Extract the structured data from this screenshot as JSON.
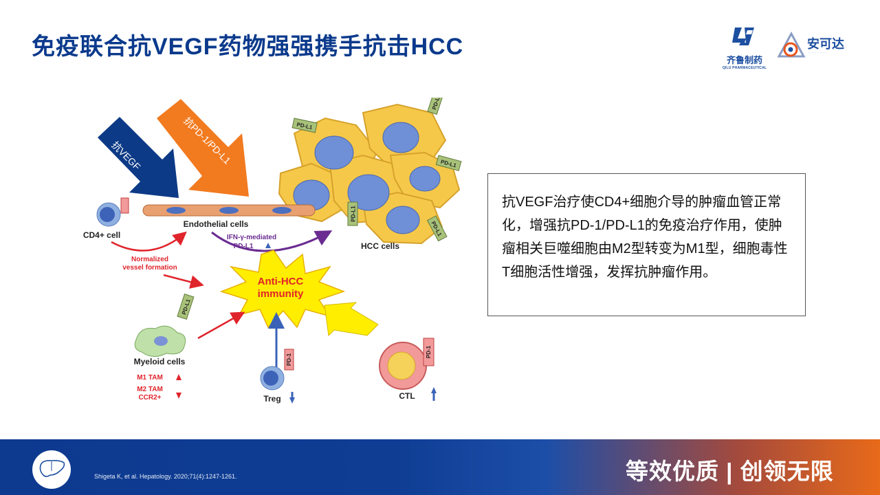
{
  "slide": {
    "title": "免疫联合抗VEGF药物强强携手抗击HCC",
    "logo_qilu_cn": "齐鲁制药",
    "logo_qilu_en": "QILU PHARMACEUTICAL",
    "logo_ankeda_cn": "安可达"
  },
  "diagram": {
    "arrow_anti_vegf": "抗VEGF",
    "arrow_anti_pd1": "抗PD-1/PD-L1",
    "endothelial": "Endothelial cells",
    "cd4": "CD4+ cell",
    "hcc": "HCC cells",
    "ifn_line1": "IFN-γ-mediated",
    "ifn_line2": "PD-L1",
    "normalized_line1": "Normalized",
    "normalized_line2": "vessel formation",
    "anti_line1": "Anti-HCC",
    "anti_line2": "immunity",
    "myeloid": "Myeloid cells",
    "m1": "M1 TAM",
    "m2": "M2 TAM",
    "ccr2": "CCR2+",
    "treg": "Treg",
    "ctl": "CTL",
    "pd1": "PD-1",
    "pdl1": "PD-L1"
  },
  "description": "抗VEGF治疗使CD4+细胞介导的肿瘤血管正常化，增强抗PD-1/PD-L1的免疫治疗作用，使肿瘤相关巨噬细胞由M2型转变为M1型，细胞毒性T细胞活性增强，发挥抗肿瘤作用。",
  "footer": {
    "citation": "Shigeta K, et al. Hepatology. 2020;71(4):1247-1261.",
    "slogan": "等效优质 | 创领无限"
  },
  "colors": {
    "title_blue": "#0b3a8c",
    "arrow_blue": "#0c3a86",
    "arrow_orange": "#f27a1f",
    "hcc_yellow": "#f5c84a",
    "star_yellow": "#ffee00",
    "label_red": "#e0242b",
    "ifn_purple": "#6a2c91"
  }
}
